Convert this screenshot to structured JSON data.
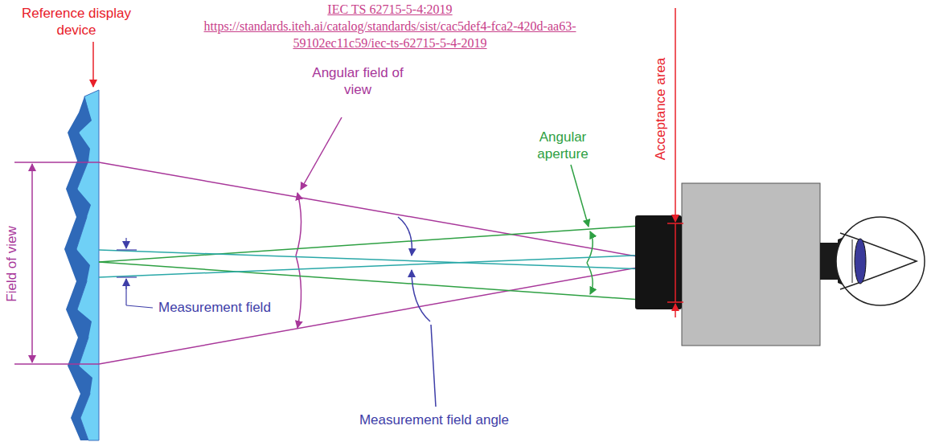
{
  "diagram": {
    "labels": [
      "Reference display device",
      "IEC TS 62715-5-4:2019",
      "https://standards.iteh.ai/catalog/standards/sist/cac5def4-fca2-420d-aa63-",
      "59102ec11c59/iec-ts-62715-5-4-2019",
      "Angular field of view",
      "Angular aperture",
      "Acceptance area",
      "Field of view",
      "Measurement field",
      "Measurement field angle"
    ]
  }
}
